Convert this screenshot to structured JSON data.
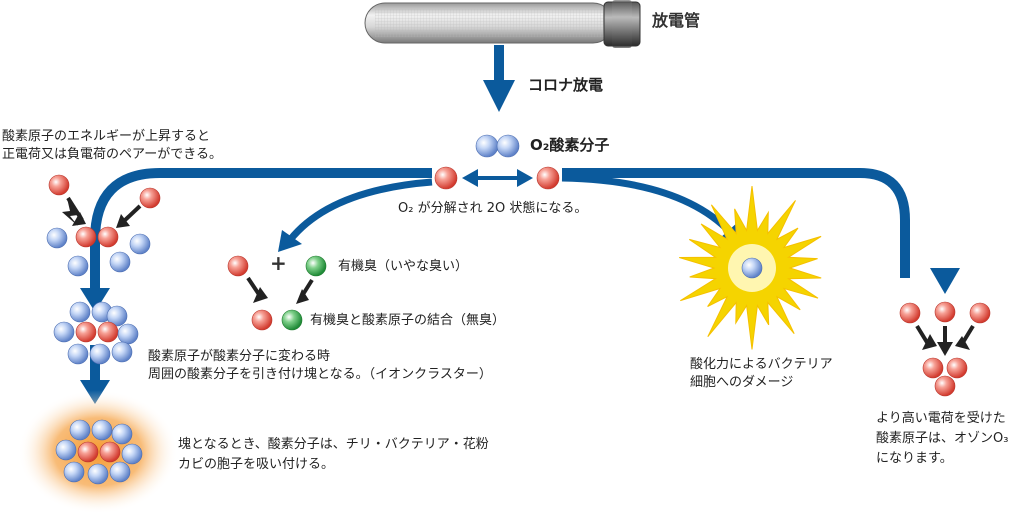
{
  "labels": {
    "discharge_tube": "放電管",
    "corona_discharge": "コロナ放電",
    "o2_molecule": "O₂酸素分子",
    "decompose": "O₂ が分解され 2O 状態になる。",
    "energy_rise_1": "酸素原子のエネルギーが上昇すると",
    "energy_rise_2": "正電荷又は負電荷のペアーができる。",
    "organic_odor": "有機臭（いやな臭い）",
    "odor_combined": "有機臭と酸素原子の結合（無臭）",
    "cluster_1": "酸素原子が酸素分子に変わる時",
    "cluster_2": "周囲の酸素分子を引き付け塊となる。（イオンクラスター）",
    "absorb_1": "塊となるとき、酸素分子は、チリ・バクテリア・花粉",
    "absorb_2": "カビの胞子を吸い付ける。",
    "bacteria_1": "酸化力によるバクテリア",
    "bacteria_2": "細胞へのダメージ",
    "ozone_1": "より高い電荷を受けた",
    "ozone_2": "酸素原子は、オゾンO₃",
    "ozone_3": "になります。",
    "plus_sign": "+"
  },
  "colors": {
    "arrow_blue": "#0b5a9c",
    "atom_red": "#e8564a",
    "atom_blue": "#8fb0e6",
    "atom_green": "#2fa44a",
    "burst_yellow": "#f5d400",
    "glow_orange": "#f59a30",
    "black_arrow": "#222222"
  }
}
